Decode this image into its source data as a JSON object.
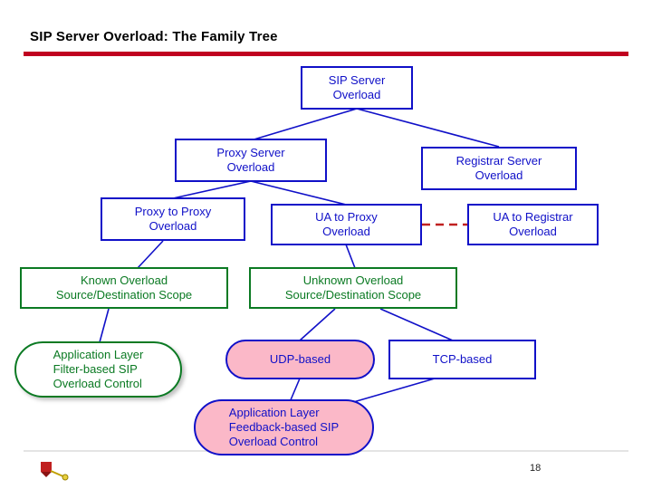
{
  "slide": {
    "title": "SIP Server Overload: The Family Tree",
    "page_number": "18",
    "accent_color": "#C00020",
    "node_border_color": "#1010C8",
    "node_text_color": "#1010C8",
    "green_text_color": "#0B7A23",
    "pink_fill_color": "#FBB8C8"
  },
  "diagram": {
    "type": "tree",
    "nodes": [
      {
        "id": "sip-server-overload",
        "label": "SIP Server\nOverload"
      },
      {
        "id": "proxy-server-overload",
        "label": "Proxy Server\nOverload"
      },
      {
        "id": "registrar-server-overload",
        "label": "Registrar Server\nOverload"
      },
      {
        "id": "proxy-to-proxy-overload",
        "label": "Proxy to Proxy\nOverload"
      },
      {
        "id": "ua-to-proxy-overload",
        "label": "UA to Proxy\nOverload"
      },
      {
        "id": "ua-to-registrar-overload",
        "label": "UA to Registrar\nOverload"
      },
      {
        "id": "known-overload-scope",
        "label": "Known Overload\nSource/Destination Scope"
      },
      {
        "id": "unknown-overload-scope",
        "label": "Unknown Overload\nSource/Destination Scope"
      },
      {
        "id": "application-layer-filter",
        "label": "Application Layer\nFilter-based SIP\nOverload Control"
      },
      {
        "id": "udp-based",
        "label": "UDP-based"
      },
      {
        "id": "tcp-based",
        "label": "TCP-based"
      },
      {
        "id": "application-layer-feedback",
        "label": "Application Layer\nFeedback-based SIP\nOverload Control"
      }
    ],
    "edges": [
      {
        "from": "sip-server-overload",
        "to": "proxy-server-overload",
        "style": "solid"
      },
      {
        "from": "sip-server-overload",
        "to": "registrar-server-overload",
        "style": "solid"
      },
      {
        "from": "proxy-server-overload",
        "to": "proxy-to-proxy-overload",
        "style": "solid"
      },
      {
        "from": "proxy-server-overload",
        "to": "ua-to-proxy-overload",
        "style": "solid"
      },
      {
        "from": "ua-to-proxy-overload",
        "to": "ua-to-registrar-overload",
        "style": "dashed"
      },
      {
        "from": "proxy-to-proxy-overload",
        "to": "known-overload-scope",
        "style": "solid"
      },
      {
        "from": "ua-to-proxy-overload",
        "to": "unknown-overload-scope",
        "style": "solid"
      },
      {
        "from": "known-overload-scope",
        "to": "application-layer-filter",
        "style": "solid"
      },
      {
        "from": "unknown-overload-scope",
        "to": "udp-based",
        "style": "solid"
      },
      {
        "from": "unknown-overload-scope",
        "to": "tcp-based",
        "style": "solid"
      },
      {
        "from": "udp-based",
        "to": "application-layer-feedback",
        "style": "solid"
      },
      {
        "from": "tcp-based",
        "to": "application-layer-feedback",
        "style": "solid"
      }
    ]
  }
}
